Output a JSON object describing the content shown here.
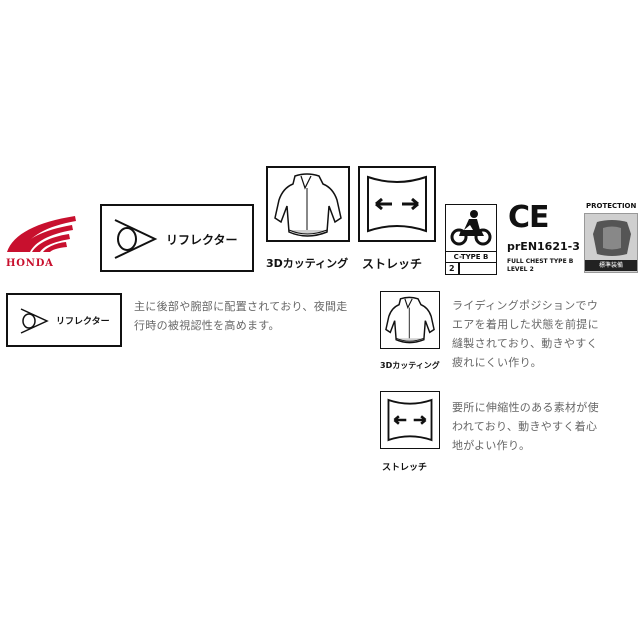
{
  "brand": {
    "name": "HONDA",
    "color": "#c8102e"
  },
  "icons": {
    "reflector": {
      "label": "リフレクター",
      "icon": "reflector-icon"
    },
    "cutting3d": {
      "label": "3Dカッティング",
      "icon": "jacket-icon"
    },
    "stretch": {
      "label": "ストレッチ",
      "icon": "stretch-arrows-icon"
    },
    "certification": {
      "type_label": "C-TYPE B",
      "class_number": "2",
      "ce_mark": "CE",
      "standard": "prEN1621-3",
      "detail_line1": "FULL CHEST TYPE B",
      "detail_line2": "LEVEL 2"
    },
    "protection": {
      "title": "PROTECTION",
      "caption": "標準装備"
    }
  },
  "features": {
    "reflector": {
      "label": "リフレクター",
      "lines": [
        "主に後部や腕部に配置されており、夜間走",
        "行時の被視認性を高めます。"
      ]
    },
    "cutting3d": {
      "label": "3Dカッティング",
      "lines": [
        "ライディングポジションでウ",
        "エアを着用した状態を前提に",
        "縫製されており、動きやすく",
        "疲れにくい作り。"
      ]
    },
    "stretch": {
      "label": "ストレッチ",
      "lines": [
        "要所に伸縮性のある素材が使",
        "われており、動きやすく着心",
        "地がよい作り。"
      ]
    }
  }
}
